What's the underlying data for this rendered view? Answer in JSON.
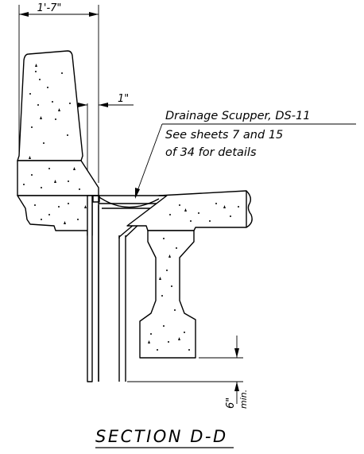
{
  "dimensions": {
    "top_width": "1'-7\"",
    "offset": "1\"",
    "clearance": "6\"",
    "clearance_note": "min."
  },
  "callout": {
    "line1": "Drainage Scupper, DS-11",
    "line2": "See sheets 7 and 15",
    "line3": "of 34 for details"
  },
  "section_title": "SECTION D-D"
}
